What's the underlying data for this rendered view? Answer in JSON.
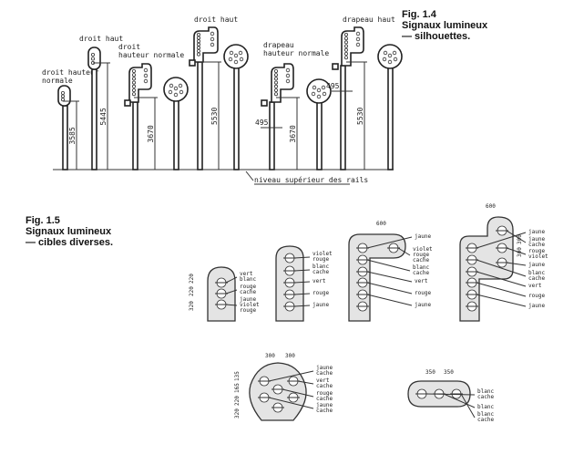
{
  "fig14": {
    "number": "Fig. 1.4",
    "title_line1": "Signaux lumineux",
    "title_line2": "— silhouettes.",
    "rail_label": "niveau supérieur des rails",
    "signals": [
      {
        "label": [
          "droit hauteur",
          "normale"
        ],
        "height": "3585"
      },
      {
        "label": [
          "droit haut"
        ],
        "height": "5445"
      },
      {
        "label": [
          "droit",
          "hauteur normale"
        ],
        "height": "3670"
      },
      {
        "label": [
          "droit haut"
        ],
        "height": "5530"
      },
      {
        "label": [
          "drapeau",
          "hauteur normale"
        ],
        "height": "3670",
        "offset": "495"
      },
      {
        "label": [
          "drapeau haut"
        ],
        "height": "5530",
        "offset": "495"
      }
    ]
  },
  "fig15": {
    "number": "Fig. 1.5",
    "title_line1": "Signaux lumineux",
    "title_line2": "— cibles diverses.",
    "targets": [
      {
        "dims": [
          "220",
          "220",
          "320"
        ],
        "labels": [
          [
            "vert",
            "blanc"
          ],
          [
            "rouge",
            "cache"
          ],
          [
            "jaune",
            "violet",
            "rouge"
          ]
        ]
      },
      {
        "dims": [],
        "labels": [
          [
            "violet",
            "rouge"
          ],
          [
            "blanc",
            "cache"
          ],
          [
            "vert"
          ],
          [
            "rouge"
          ],
          [
            "jaune"
          ]
        ]
      },
      {
        "dims": [
          "600"
        ],
        "labels": [
          [
            "jaune"
          ],
          [
            "violet",
            "rouge",
            "cache"
          ],
          [
            "blanc",
            "cache"
          ],
          [
            "vert"
          ],
          [
            "rouge"
          ],
          [
            "jaune"
          ]
        ]
      },
      {
        "dims": [
          "600",
          "300",
          "300"
        ],
        "labels": [
          [
            "jaune"
          ],
          [
            "jaune",
            "cache"
          ],
          [
            "rouge",
            "violet"
          ],
          [
            "jaune"
          ],
          [
            "blanc",
            "cache"
          ],
          [
            "vert"
          ],
          [
            "rouge"
          ],
          [
            "jaune"
          ]
        ]
      },
      {
        "dims": [
          "300",
          "300",
          "135",
          "165",
          "220",
          "320"
        ],
        "labels": [
          [
            "jaune",
            "cache"
          ],
          [
            "vert",
            "cache"
          ],
          [
            "rouge",
            "cache"
          ],
          [
            "jaune",
            "cache"
          ]
        ]
      },
      {
        "dims": [
          "350",
          "350"
        ],
        "labels": [
          [
            "blanc",
            "cache"
          ],
          [
            "blanc"
          ],
          [
            "blanc",
            "cache"
          ]
        ]
      }
    ]
  }
}
